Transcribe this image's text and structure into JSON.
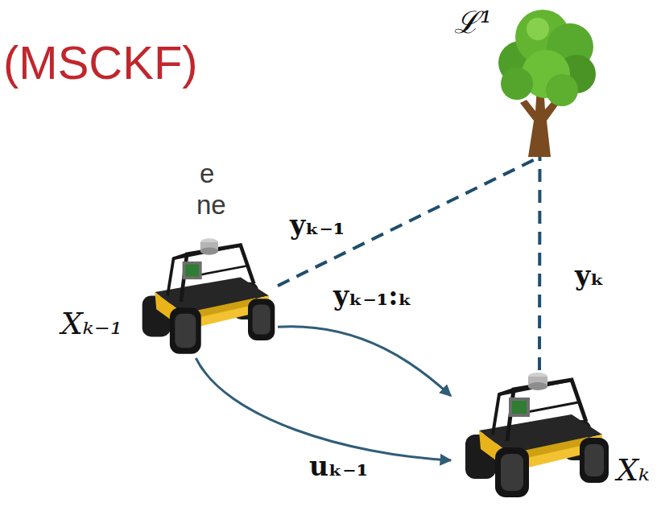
{
  "diagram": {
    "title": "(MSCKF)",
    "nodes": [
      {
        "text": [
          "ℒ¹"
        ]
      },
      {
        "text": [
          "Xₖ₋₁"
        ]
      },
      {
        "text": [
          "Xₖ"
        ]
      }
    ],
    "edges": [
      {
        "from": 1,
        "to": 0,
        "label": "yₖ₋₁",
        "arrow": "none"
      },
      {
        "from": 2,
        "to": 0,
        "label": "yₖ",
        "arrow": "none"
      },
      {
        "from": 1,
        "to": 2,
        "label": "yₖ₋₁:ₖ",
        "arrow": "to"
      },
      {
        "from": 1,
        "to": 2,
        "label": "uₖ₋₁",
        "arrow": "to"
      }
    ],
    "labels": [
      "e",
      "ne"
    ]
  }
}
